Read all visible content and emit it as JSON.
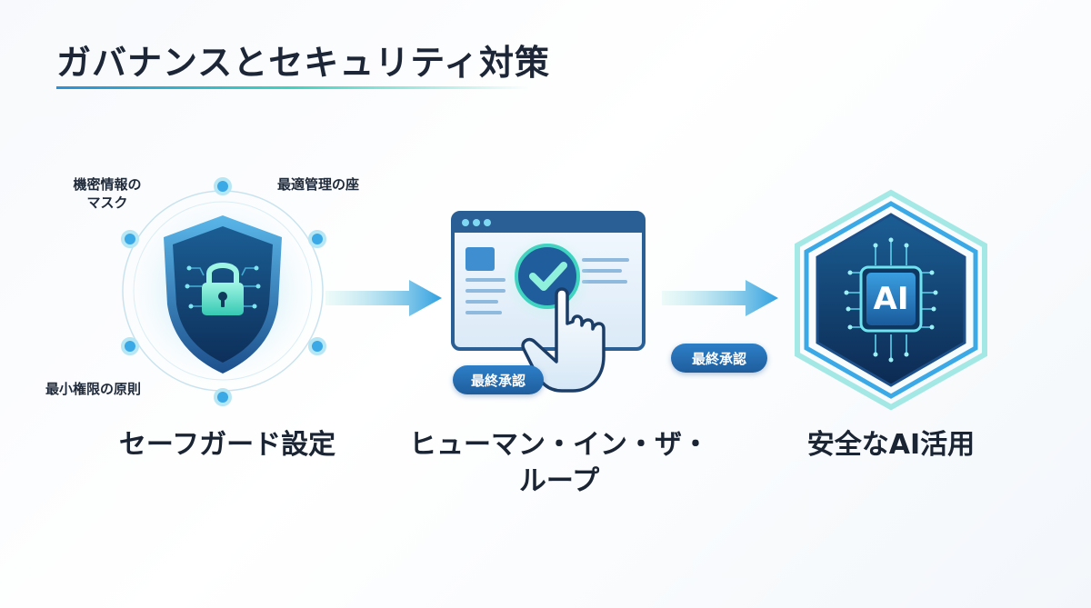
{
  "title": "ガバナンスとセキュリティ対策",
  "safeguard": {
    "caption": "セーフガード設定",
    "labels": {
      "mask_line1": "機密情報の",
      "mask_line2": "マスク",
      "optimal": "最適管理の座",
      "least_privilege": "最小権限の原則"
    }
  },
  "hitl": {
    "caption_line1": "ヒューマン・イン・ザ・",
    "caption_line2": "ループ",
    "badge": "最終承認"
  },
  "arrow_badge": "最終承認",
  "ai": {
    "chip_text": "AI",
    "caption": "安全なAI活用"
  },
  "colors": {
    "primary_blue": "#1f5d9c",
    "accent_teal": "#3fd3c0",
    "dark_navy": "#0f2a4a"
  }
}
